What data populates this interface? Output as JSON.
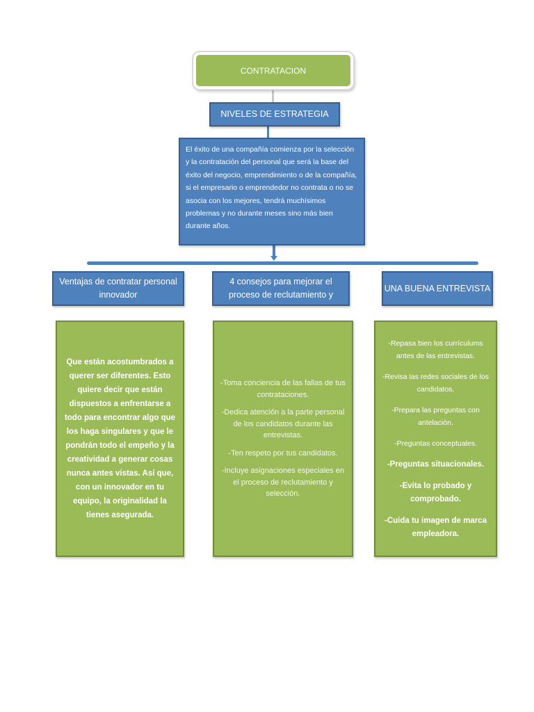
{
  "title": "CONTRATACION",
  "subtitle": "NIVELES DE ESTRATEGIA",
  "main_text": "El éxito de una compañía comienza por la selección y la contratación del personal que será la base del éxito del negocio, emprendimiento o de la compañía, si el empresario o emprendedor no contrata o no se asocia con los mejores, tendrá muchísimos problemas y no durante meses sino más bien durante años.",
  "columns": [
    {
      "header": "Ventajas de contratar personal innovador",
      "body": "Que están acostumbrados a querer ser diferentes. Esto quiere decir que están dispuestos a enfrentarse a todo para encontrar algo que los haga singulares y que le pondrán todo el empeño y la creatividad a generar cosas nunca antes vistas. Así que, con un innovador en tu equipo, la originalidad la tienes asegurada."
    },
    {
      "header": "4 consejos para mejorar el proceso de reclutamiento y",
      "items": [
        "-Toma conciencia de las fallas de tus contrataciones.",
        "-Dedica atención a la parte personal de los candidatos durante las entrevistas.",
        "-Ten respeto por tus candidatos.",
        "-Incluye asignaciones especiales en el proceso de reclutamiento y selección."
      ]
    },
    {
      "header": "UNA BUENA ENTREVISTA",
      "items": [
        "-Repasa bien los currículums antes de las entrevistas.",
        "-Revisa las redes sociales de los candidatos.",
        "-Prepara las preguntas con antelación.",
        "-Preguntas conceptuales.",
        "-Preguntas situacionales.",
        "-Evita lo probado y comprobado.",
        "-Cuida tu imagen de marca empleadora."
      ]
    }
  ],
  "colors": {
    "blue": "#4f81bd",
    "blue_border": "#385d8a",
    "green": "#9bbb59",
    "green_border": "#71893f"
  }
}
